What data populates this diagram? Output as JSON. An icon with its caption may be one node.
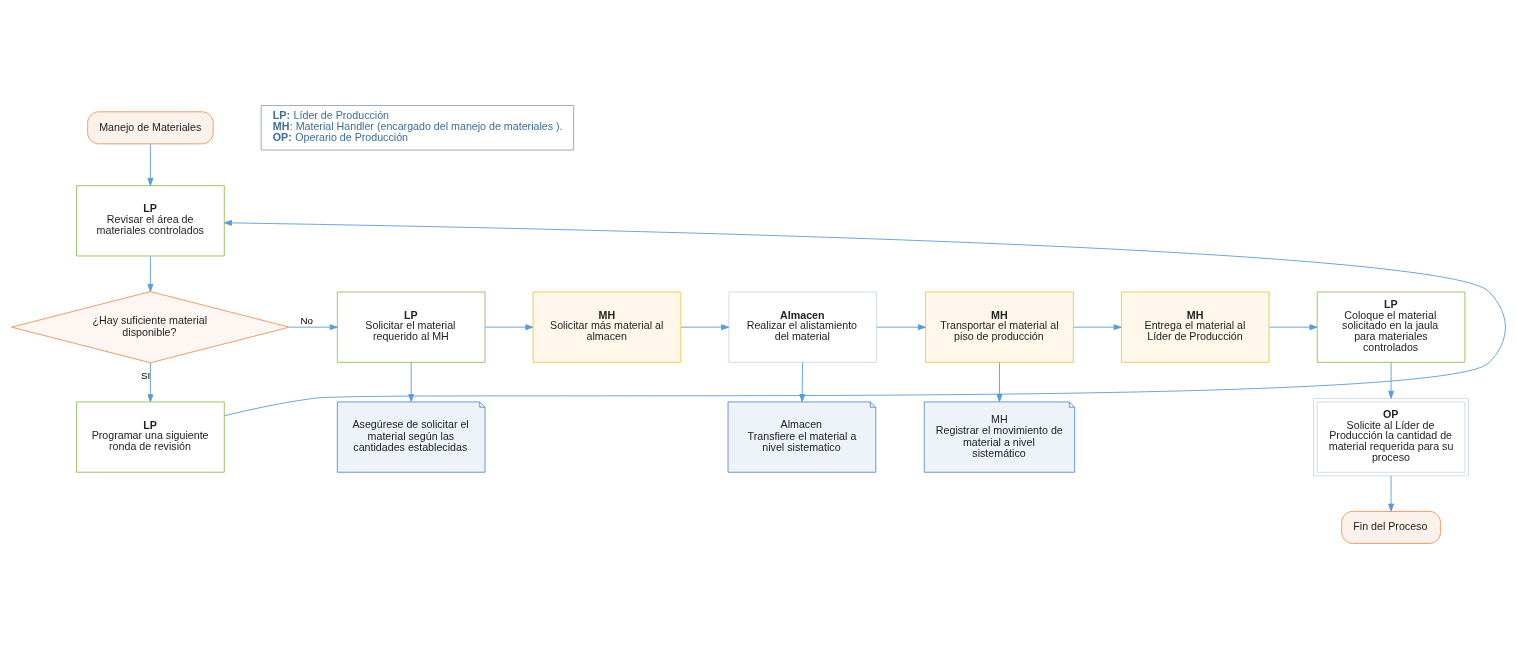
{
  "diagram": {
    "nodes": [
      {
        "text": [
          "Manejo de Materiales"
        ]
      },
      {
        "text": [
          "LP",
          "Revisar el área de materiales controlados"
        ]
      },
      {
        "text": [
          "¿Hay suficiente material disponible?"
        ]
      },
      {
        "text": [
          "LP",
          "Programar una siguiente ronda de revisión"
        ]
      },
      {
        "text": [
          "LP",
          "Solicitar el material requerido al MH"
        ]
      },
      {
        "text": [
          "Asegúrese de solicitar el material según las cantidades establecidas"
        ]
      },
      {
        "text": [
          "MH",
          "Solicitar más material al almacen"
        ]
      },
      {
        "text": [
          "Almacen",
          "Realizar el alistamiento del material"
        ]
      },
      {
        "text": [
          "Almacen",
          "Transfiere el material a nivel sistematico"
        ]
      },
      {
        "text": [
          "MH",
          "Transportar el material al piso de producción"
        ]
      },
      {
        "text": [
          "MH",
          "Registrar el movimiento de  material a nivel sistemático"
        ]
      },
      {
        "text": [
          "MH",
          "Entrega el material al Líder de Producción"
        ]
      },
      {
        "text": [
          "LP",
          "Coloque el material solicitado en la jaula para materiales controlados"
        ]
      },
      {
        "text": [
          "OP",
          "Solicite al Líder de Producción la cantidad de material requerida para su proceso"
        ]
      },
      {
        "text": [
          "Fin del Proceso"
        ]
      },
      {
        "text": [
          "**LP:** Líder de Producción",
          "**MH**: Material Handler (encargado del manejo de materiales ).",
          "**OP:** Operario de Producción"
        ]
      }
    ],
    "edges": [
      {
        "from": 0,
        "to": 1,
        "arrow": "to"
      },
      {
        "from": 1,
        "to": 2,
        "arrow": "to"
      },
      {
        "from": 2,
        "to": 4,
        "arrow": "to",
        "label": "No"
      },
      {
        "from": 2,
        "to": 3,
        "arrow": "to",
        "label": "SI"
      },
      {
        "from": 3,
        "to": 1,
        "arrow": "to"
      },
      {
        "from": 4,
        "to": 5,
        "arrow": "to"
      },
      {
        "from": 4,
        "to": 6,
        "arrow": "to"
      },
      {
        "from": 6,
        "to": 7,
        "arrow": "to"
      },
      {
        "from": 7,
        "to": 8,
        "arrow": "to"
      },
      {
        "from": 7,
        "to": 9,
        "arrow": "to"
      },
      {
        "from": 9,
        "to": 10,
        "arrow": "to"
      },
      {
        "from": 9,
        "to": 11,
        "arrow": "to"
      },
      {
        "from": 11,
        "to": 12,
        "arrow": "to"
      },
      {
        "from": 12,
        "to": 13,
        "arrow": "to"
      },
      {
        "from": 13,
        "to": 14,
        "arrow": "to"
      }
    ]
  }
}
